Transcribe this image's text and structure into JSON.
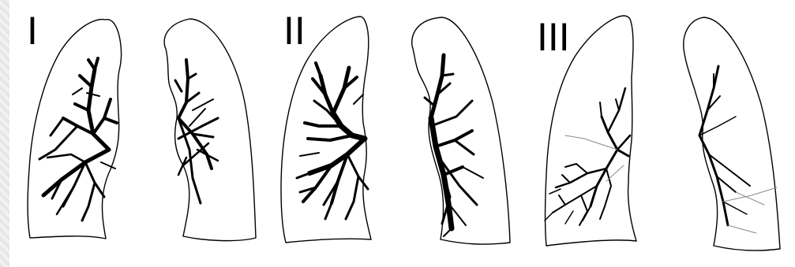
{
  "diagram": {
    "panels": [
      {
        "label": "I"
      },
      {
        "label": "II"
      },
      {
        "label": "III"
      }
    ]
  }
}
